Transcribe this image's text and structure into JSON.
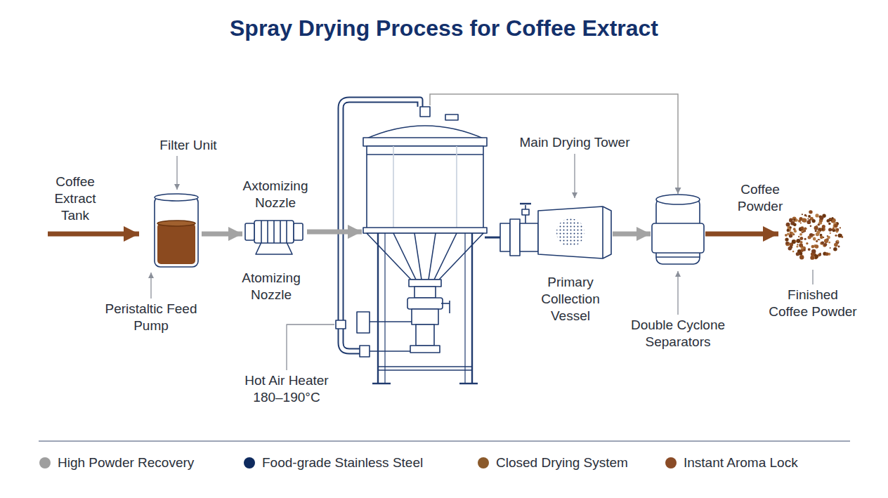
{
  "diagram": {
    "title": "Spray Drying Process for Coffee Extract",
    "nodes": [
      {
        "text": [
          "Filter Unit",
          "Peristaltic Feed Pump"
        ]
      },
      {
        "text": [
          "Axtomizing Nozzle",
          "Atomizing Nozzle"
        ]
      },
      {
        "text": [
          "Hot Air Heater 180–190°C"
        ]
      },
      {
        "text": [
          "Main Drying Tower",
          "Primary Collection Vessel"
        ]
      },
      {
        "text": [
          "Double Cyclone Separators"
        ]
      },
      {
        "text": [
          "Coffee Powder",
          "Finished Coffee Powder"
        ]
      }
    ],
    "edges": [
      {
        "from": 0,
        "to": 1,
        "arrow": "to"
      },
      {
        "from": 1,
        "to": 2,
        "arrow": "to"
      },
      {
        "from": 2,
        "to": 3,
        "arrow": "none"
      },
      {
        "from": 3,
        "to": 4,
        "arrow": "to"
      },
      {
        "from": 4,
        "to": 5,
        "arrow": "to"
      },
      {
        "from": 2,
        "to": 4,
        "arrow": "to"
      }
    ],
    "labels": [
      "Coffee Extract Tank"
    ],
    "legend": [
      {
        "text": "High Powder Recovery",
        "color": "#9e9e9e"
      },
      {
        "text": "Food-grade Stainless Steel",
        "color": "#0e2a5e"
      },
      {
        "text": "Closed Drying System",
        "color": "#8b5a2b"
      },
      {
        "text": "Instant Aroma Lock",
        "color": "#8a4b26"
      }
    ]
  }
}
